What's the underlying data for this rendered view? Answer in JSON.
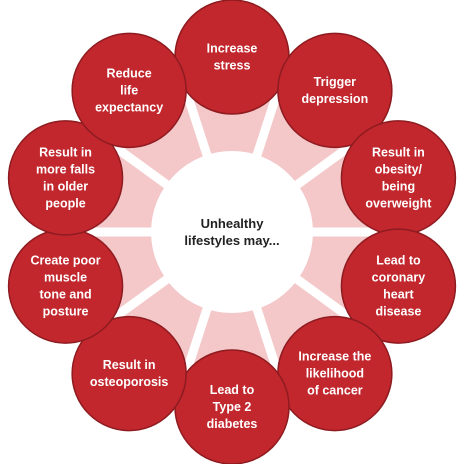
{
  "colors": {
    "node_fill": "#c1272d",
    "node_stroke": "#8e1b20",
    "wedge_fill": "#f4c7c9",
    "center_fill": "#ffffff",
    "spoke_color": "#ffffff",
    "node_text": "#ffffff",
    "center_text": "#222222"
  },
  "center": {
    "lines": [
      "Unhealthy",
      "lifestyles may..."
    ]
  },
  "nodes": [
    {
      "lines": [
        "Increase",
        "stress"
      ]
    },
    {
      "lines": [
        "Trigger",
        "depression"
      ]
    },
    {
      "lines": [
        "Result in",
        "obesity/",
        "being",
        "overweight"
      ]
    },
    {
      "lines": [
        "Lead to",
        "coronary",
        "heart",
        "disease"
      ]
    },
    {
      "lines": [
        "Increase the",
        "likelihood",
        "of cancer"
      ]
    },
    {
      "lines": [
        "Lead to",
        "Type 2",
        "diabetes"
      ]
    },
    {
      "lines": [
        "Result in",
        "osteoporosis"
      ]
    },
    {
      "lines": [
        "Create poor",
        "muscle",
        "tone and",
        "posture"
      ]
    },
    {
      "lines": [
        "Result in",
        "more falls",
        "in older",
        "people"
      ]
    },
    {
      "lines": [
        "Reduce",
        "life",
        "expectancy"
      ]
    }
  ]
}
